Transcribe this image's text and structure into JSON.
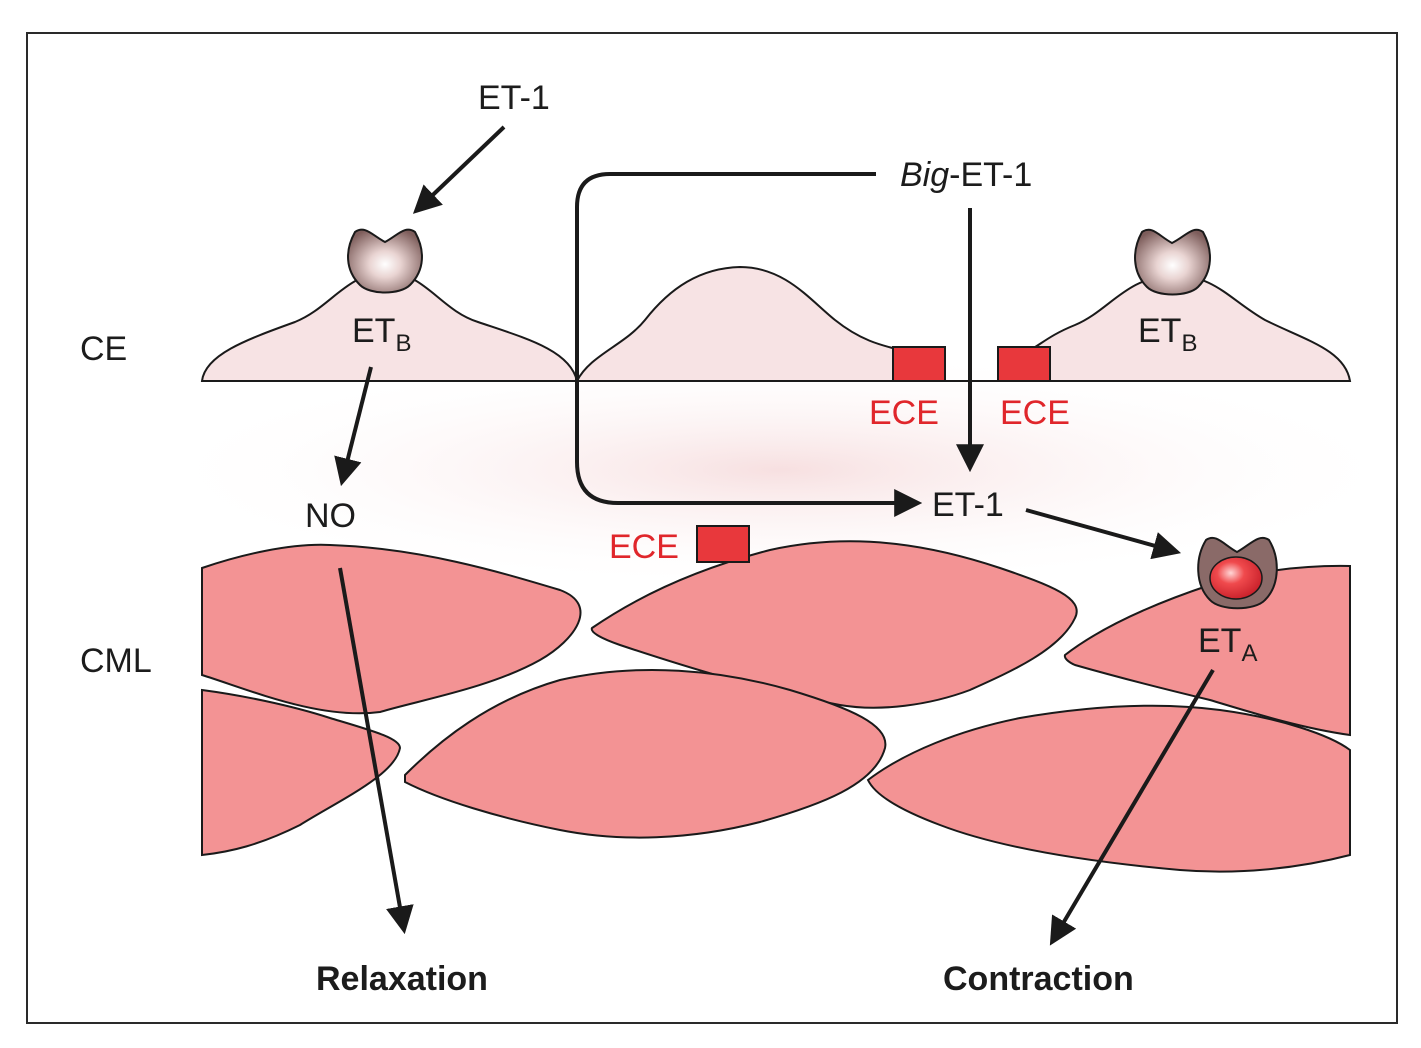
{
  "colors": {
    "endothelium_fill": "#f7e3e4",
    "muscle_fill": "#f39394",
    "ece_box_fill": "#e8383c",
    "ece_text": "#e0262b",
    "receptor_fill": "#8a6a68",
    "eta_core_fill": "#ea3d40",
    "stroke": "#1a1a1a"
  },
  "labels": {
    "ce": "CE",
    "cml": "CML",
    "et1_top": "ET-1",
    "big_prefix": "Big",
    "big_suffix": "-ET-1",
    "et1_mid": "ET-1",
    "no": "NO",
    "relaxation": "Relaxation",
    "contraction": "Contraction",
    "ece_1": "ECE",
    "ece_2": "ECE",
    "ece_3": "ECE"
  },
  "receptors": {
    "etb_left": {
      "main": "ET",
      "sub": "B"
    },
    "etb_right": {
      "main": "ET",
      "sub": "B"
    },
    "eta": {
      "main": "ET",
      "sub": "A"
    }
  },
  "icons": {
    "receptor": "receptor-cup-icon",
    "enzyme": "ece-enzyme-box-icon"
  }
}
